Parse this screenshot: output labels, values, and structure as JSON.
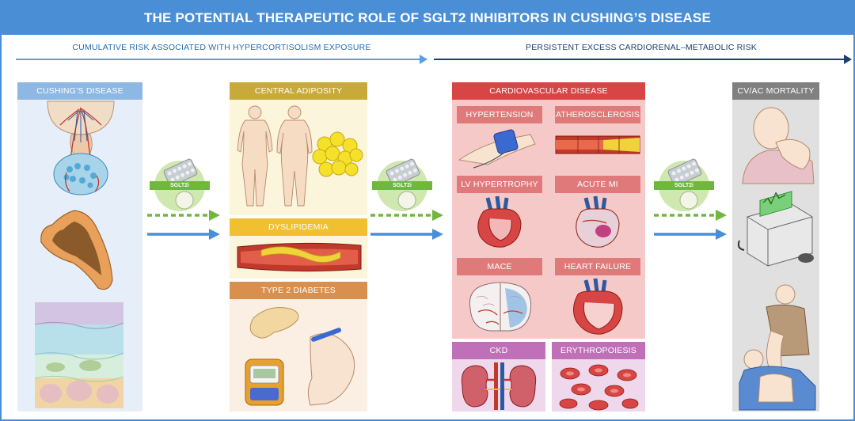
{
  "title": "THE POTENTIAL THERAPEUTIC ROLE OF SGLT2 INHIBITORS IN CUSHING’S DISEASE",
  "phase_left": "CUMULATIVE RISK ASSOCIATED WITH HYPERCORTISOLISM EXPOSURE",
  "phase_right": "PERSISTENT EXCESS CARDIORENAL–METABOLIC RISK",
  "drug_label": "SGLT2i",
  "columns": {
    "cushing": {
      "header": "CUSHING’S DISEASE"
    },
    "metabolic": {
      "central_adiposity": "CENTRAL ADIPOSITY",
      "dyslipidemia": "DYSLIPIDEMIA",
      "type2_diabetes": "TYPE 2 DIABETES"
    },
    "cardio": {
      "header": "CARDIOVASCULAR DISEASE",
      "hypertension": "HYPERTENSION",
      "atherosclerosis": "ATHEROSCLEROSIS",
      "lv_hypertrophy": "LV HYPERTROPHY",
      "acute_mi": "ACUTE MI",
      "mace": "MACE",
      "heart_failure": "HEART FAILURE",
      "ckd": "CKD",
      "erythropoiesis": "ERYTHROPOIESIS"
    },
    "mortality": {
      "header": "CV/AC MORTALITY"
    }
  },
  "colors": {
    "banner": "#4a8fd6",
    "cushing": "#8db8e4",
    "adiposity": "#c8aa3a",
    "dyslipidemia": "#f0c030",
    "diabetes": "#d9904e",
    "cardio_header": "#d84545",
    "cardio_sub": "#e07a7a",
    "cardio_bg": "#f6c9c9",
    "ckd": "#c070b8",
    "mortality": "#808080",
    "arrow_blue": "#4a8fd6",
    "arrow_green": "#6fb73d"
  }
}
